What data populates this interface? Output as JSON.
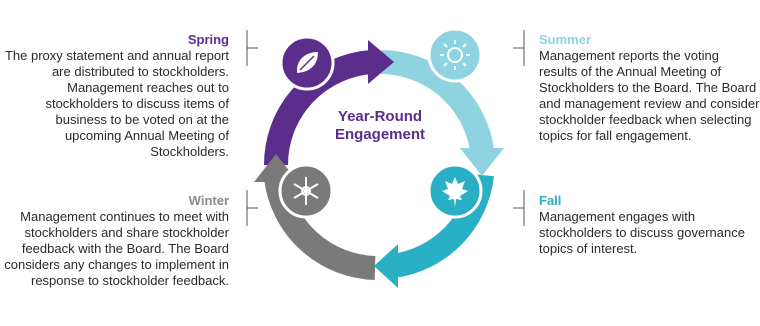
{
  "center": {
    "line1": "Year-Round",
    "line2": "Engagement"
  },
  "colors": {
    "spring": "#5b2e8c",
    "summer": "#8fd3e0",
    "fall": "#2ab0c5",
    "winter": "#7a7a7a",
    "title": "#5b2e8c"
  },
  "seasons": {
    "spring": {
      "title": "Spring",
      "icon": "leaf-icon",
      "text": "The proxy statement and annual report are distributed to stockholders. Management reaches out to stockholders to discuss items of business to be voted on at the upcoming Annual Meeting of Stockholders."
    },
    "summer": {
      "title": "Summer",
      "icon": "sun-icon",
      "text": "Management reports the voting results of the Annual Meeting of Stockholders to the Board. The Board and management review and consider stockholder feedback when selecting topics for fall engagement."
    },
    "fall": {
      "title": "Fall",
      "icon": "maple-leaf-icon",
      "text": "Management engages with stockholders to discuss governance topics of interest."
    },
    "winter": {
      "title": "Winter",
      "icon": "snowflake-icon",
      "text": "Management continues to meet with stockholders and share stockholder feedback with the Board. The Board considers any changes to implement in response to stockholder feedback."
    }
  }
}
